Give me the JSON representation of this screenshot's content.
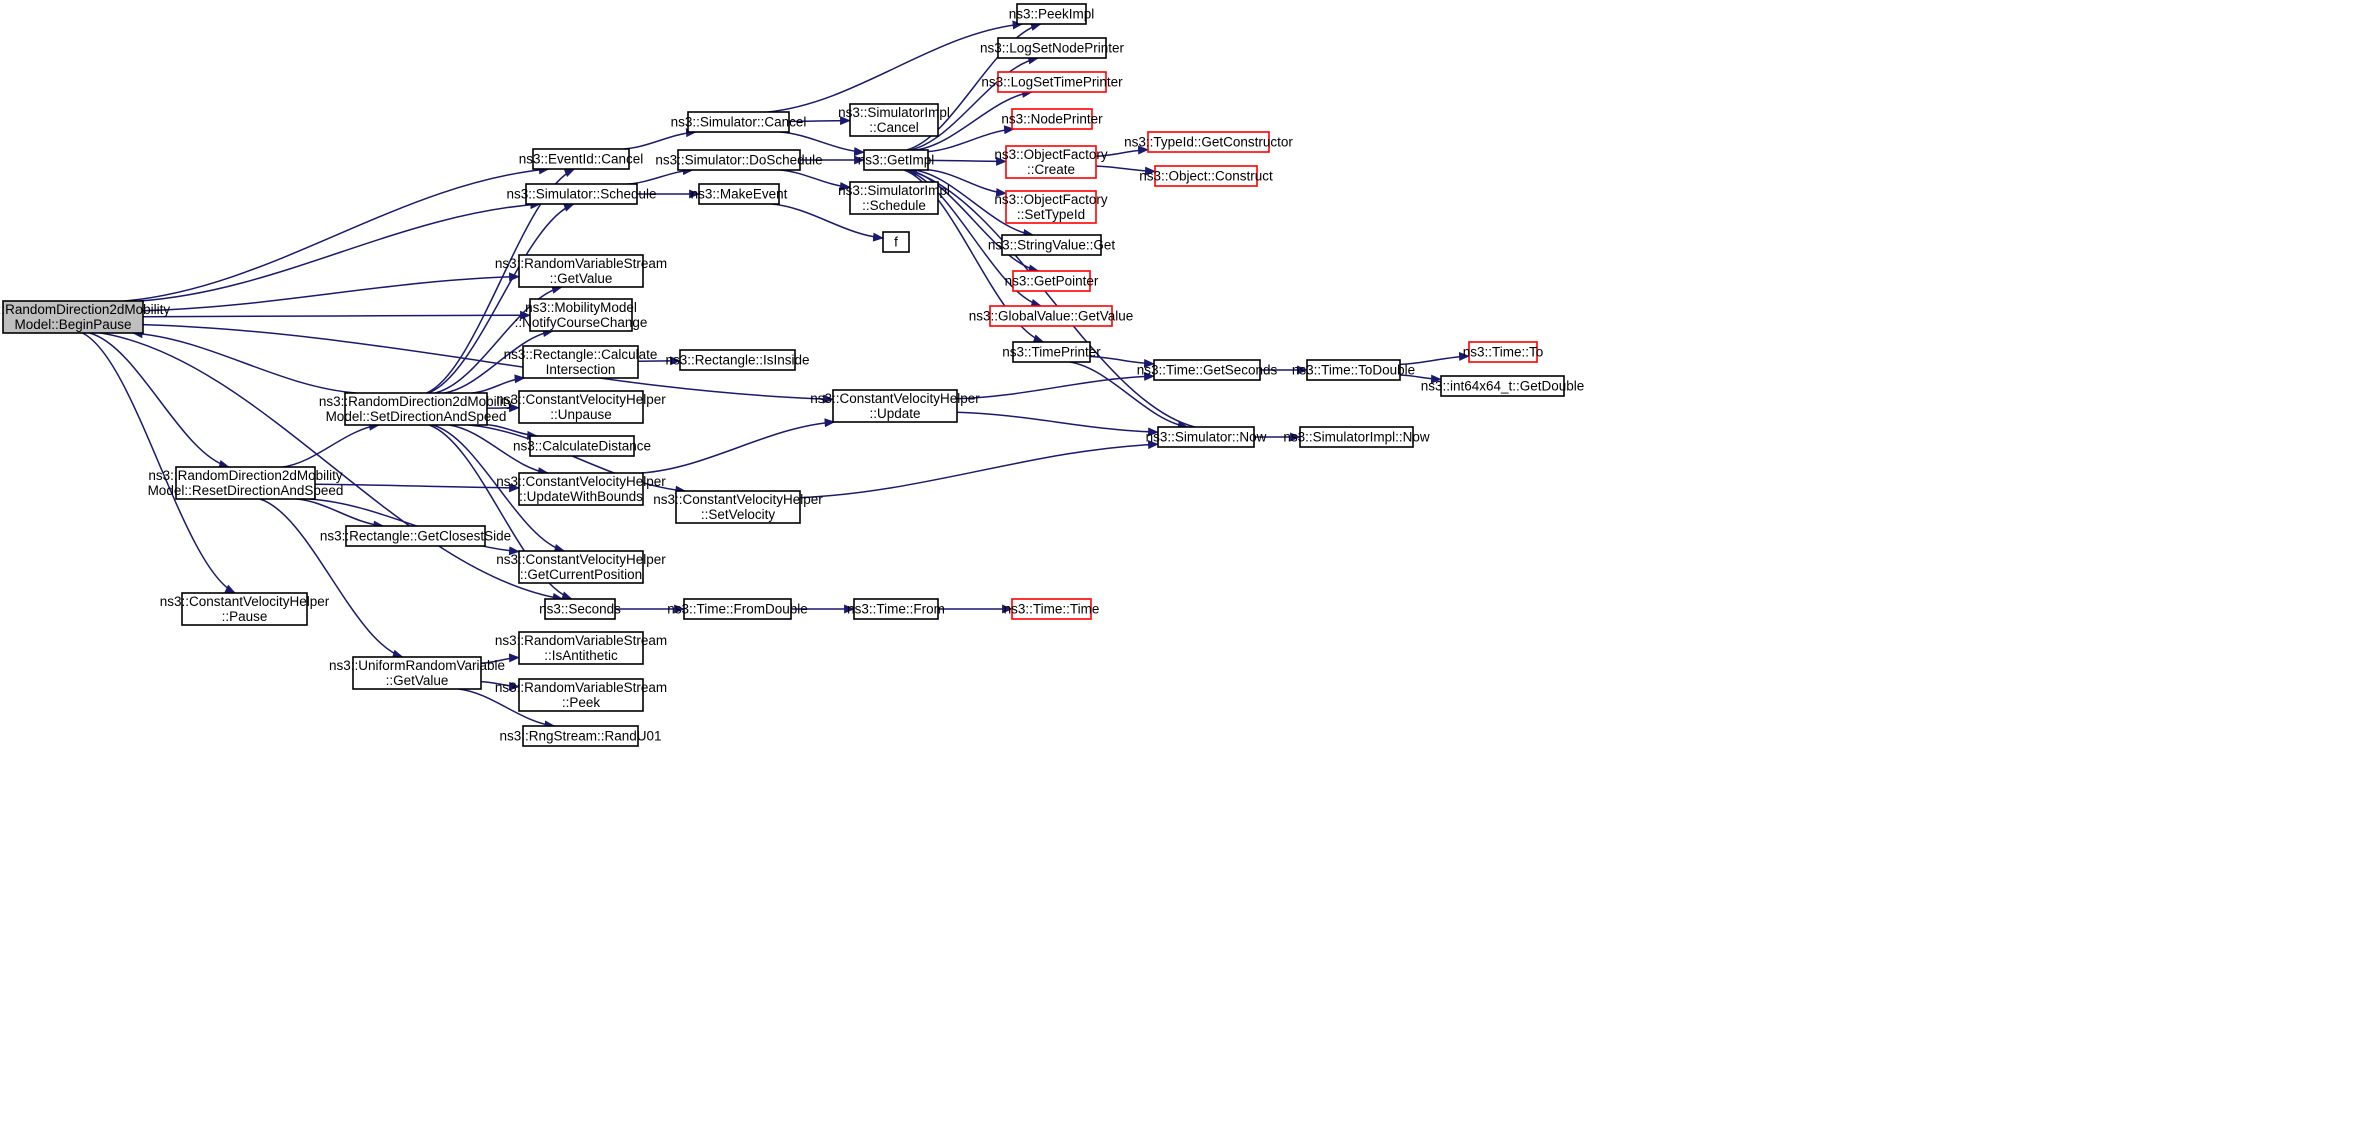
{
  "colors": {
    "edge": "#191970",
    "node_border": "#000000",
    "node_border_truncated": "#ff0000",
    "node_fill": "#ffffff",
    "root_fill": "#bfbfbf"
  },
  "nodes": [
    {
      "id": "n_begin",
      "lines": [
        "ns3::RandomDirection2dMobility",
        "Model::BeginPause"
      ],
      "root": true
    },
    {
      "id": "n_reset",
      "lines": [
        "ns3::RandomDirection2dMobility",
        "Model::ResetDirectionAndSpeed"
      ]
    },
    {
      "id": "n_setdir",
      "lines": [
        "ns3::RandomDirection2dMobility",
        "Model::SetDirectionAndSpeed"
      ]
    },
    {
      "id": "n_cvpause",
      "lines": [
        "ns3::ConstantVelocityHelper",
        "::Pause"
      ]
    },
    {
      "id": "n_urvget",
      "lines": [
        "ns3::UniformRandomVariable",
        "::GetValue"
      ]
    },
    {
      "id": "n_evcancel",
      "lines": [
        "ns3::EventId::Cancel"
      ]
    },
    {
      "id": "n_simsched",
      "lines": [
        "ns3::Simulator::Schedule"
      ]
    },
    {
      "id": "n_rvsget",
      "lines": [
        "ns3::RandomVariableStream",
        "::GetValue"
      ]
    },
    {
      "id": "n_mmnotify",
      "lines": [
        "ns3::MobilityModel",
        "::NotifyCourseChange"
      ]
    },
    {
      "id": "n_rectcalc",
      "lines": [
        "ns3::Rectangle::Calculate",
        "Intersection"
      ]
    },
    {
      "id": "n_cvunpause",
      "lines": [
        "ns3::ConstantVelocityHelper",
        "::Unpause"
      ]
    },
    {
      "id": "n_calcdist",
      "lines": [
        "ns3::CalculateDistance"
      ]
    },
    {
      "id": "n_cvupdbounds",
      "lines": [
        "ns3::ConstantVelocityHelper",
        "::UpdateWithBounds"
      ]
    },
    {
      "id": "n_rectclosest",
      "lines": [
        "ns3::Rectangle::GetClosestSide"
      ]
    },
    {
      "id": "n_cvgetpos",
      "lines": [
        "ns3::ConstantVelocityHelper",
        "::GetCurrentPosition"
      ]
    },
    {
      "id": "n_seconds",
      "lines": [
        "ns3::Seconds"
      ]
    },
    {
      "id": "n_rvsanti",
      "lines": [
        "ns3::RandomVariableStream",
        "::IsAntithetic"
      ]
    },
    {
      "id": "n_rvspeek",
      "lines": [
        "ns3::RandomVariableStream",
        "::Peek"
      ]
    },
    {
      "id": "n_rngrand",
      "lines": [
        "ns3::RngStream::RandU01"
      ]
    },
    {
      "id": "n_simcancel",
      "lines": [
        "ns3::Simulator::Cancel"
      ]
    },
    {
      "id": "n_simdosched",
      "lines": [
        "ns3::Simulator::DoSchedule"
      ]
    },
    {
      "id": "n_makeevent",
      "lines": [
        "ns3::MakeEvent"
      ]
    },
    {
      "id": "n_rectinside",
      "lines": [
        "ns3::Rectangle::IsInside"
      ]
    },
    {
      "id": "n_cvupdate",
      "lines": [
        "ns3::ConstantVelocityHelper",
        "::Update"
      ]
    },
    {
      "id": "n_cvsetvel",
      "lines": [
        "ns3::ConstantVelocityHelper",
        "::SetVelocity"
      ]
    },
    {
      "id": "n_timefromdouble",
      "lines": [
        "ns3::Time::FromDouble"
      ]
    },
    {
      "id": "n_simimplcancel",
      "lines": [
        "ns3::SimulatorImpl",
        "::Cancel"
      ]
    },
    {
      "id": "n_getimpl",
      "lines": [
        "ns3::GetImpl"
      ]
    },
    {
      "id": "n_simimplsched",
      "lines": [
        "ns3::SimulatorImpl",
        "::Schedule"
      ]
    },
    {
      "id": "n_f",
      "lines": [
        "f"
      ]
    },
    {
      "id": "n_timefrom",
      "lines": [
        "ns3::Time::From"
      ]
    },
    {
      "id": "n_peekimpl",
      "lines": [
        "ns3::PeekImpl"
      ]
    },
    {
      "id": "n_lognode",
      "lines": [
        "ns3::LogSetNodePrinter"
      ]
    },
    {
      "id": "n_logtime",
      "lines": [
        "ns3::LogSetTimePrinter"
      ],
      "truncated": true
    },
    {
      "id": "n_nodeprinter",
      "lines": [
        "ns3::NodePrinter"
      ],
      "truncated": true
    },
    {
      "id": "n_ofcreate",
      "lines": [
        "ns3::ObjectFactory",
        "::Create"
      ],
      "truncated": true
    },
    {
      "id": "n_ofsettype",
      "lines": [
        "ns3::ObjectFactory",
        "::SetTypeId"
      ],
      "truncated": true
    },
    {
      "id": "n_strget",
      "lines": [
        "ns3::StringValue::Get"
      ]
    },
    {
      "id": "n_getpointer",
      "lines": [
        "ns3::GetPointer"
      ],
      "truncated": true
    },
    {
      "id": "n_gvget",
      "lines": [
        "ns3::GlobalValue::GetValue"
      ],
      "truncated": true
    },
    {
      "id": "n_timeprinter",
      "lines": [
        "ns3::TimePrinter"
      ]
    },
    {
      "id": "n_simnow",
      "lines": [
        "ns3::Simulator::Now"
      ]
    },
    {
      "id": "n_timetime",
      "lines": [
        "ns3::Time::Time"
      ],
      "truncated": true
    },
    {
      "id": "n_typeidctor",
      "lines": [
        "ns3::TypeId::GetConstructor"
      ],
      "truncated": true
    },
    {
      "id": "n_objconstruct",
      "lines": [
        "ns3::Object::Construct"
      ],
      "truncated": true
    },
    {
      "id": "n_getseconds",
      "lines": [
        "ns3::Time::GetSeconds"
      ]
    },
    {
      "id": "n_simimplnow",
      "lines": [
        "ns3::SimulatorImpl::Now"
      ]
    },
    {
      "id": "n_todouble",
      "lines": [
        "ns3::Time::ToDouble"
      ]
    },
    {
      "id": "n_timeto",
      "lines": [
        "ns3::Time::To"
      ],
      "truncated": true
    },
    {
      "id": "n_int64",
      "lines": [
        "ns3::int64x64_t::GetDouble"
      ]
    }
  ],
  "edges": [
    [
      "n_begin",
      "n_evcancel"
    ],
    [
      "n_begin",
      "n_simsched"
    ],
    [
      "n_begin",
      "n_rvsget"
    ],
    [
      "n_begin",
      "n_mmnotify"
    ],
    [
      "n_begin",
      "n_cvupdate"
    ],
    [
      "n_begin",
      "n_reset"
    ],
    [
      "n_begin",
      "n_seconds"
    ],
    [
      "n_begin",
      "n_cvpause"
    ],
    [
      "n_setdir",
      "n_begin"
    ],
    [
      "n_reset",
      "n_setdir"
    ],
    [
      "n_reset",
      "n_cvupdbounds"
    ],
    [
      "n_reset",
      "n_rectclosest"
    ],
    [
      "n_reset",
      "n_cvgetpos"
    ],
    [
      "n_reset",
      "n_urvget"
    ],
    [
      "n_setdir",
      "n_evcancel"
    ],
    [
      "n_setdir",
      "n_simsched"
    ],
    [
      "n_setdir",
      "n_rvsget"
    ],
    [
      "n_setdir",
      "n_mmnotify"
    ],
    [
      "n_setdir",
      "n_rectcalc"
    ],
    [
      "n_setdir",
      "n_cvunpause"
    ],
    [
      "n_setdir",
      "n_calcdist"
    ],
    [
      "n_setdir",
      "n_cvupdbounds"
    ],
    [
      "n_setdir",
      "n_cvgetpos"
    ],
    [
      "n_setdir",
      "n_seconds"
    ],
    [
      "n_setdir",
      "n_cvsetvel"
    ],
    [
      "n_urvget",
      "n_rvsanti"
    ],
    [
      "n_urvget",
      "n_rvspeek"
    ],
    [
      "n_urvget",
      "n_rngrand"
    ],
    [
      "n_evcancel",
      "n_simcancel"
    ],
    [
      "n_simsched",
      "n_simdosched"
    ],
    [
      "n_simsched",
      "n_makeevent"
    ],
    [
      "n_rectcalc",
      "n_rectinside"
    ],
    [
      "n_cvupdbounds",
      "n_cvupdate"
    ],
    [
      "n_seconds",
      "n_timefromdouble"
    ],
    [
      "n_simcancel",
      "n_simimplcancel"
    ],
    [
      "n_simcancel",
      "n_getimpl"
    ],
    [
      "n_simcancel",
      "n_peekimpl"
    ],
    [
      "n_simdosched",
      "n_getimpl"
    ],
    [
      "n_simdosched",
      "n_simimplsched"
    ],
    [
      "n_makeevent",
      "n_f"
    ],
    [
      "n_cvupdate",
      "n_getseconds"
    ],
    [
      "n_cvupdate",
      "n_simnow"
    ],
    [
      "n_cvsetvel",
      "n_simnow"
    ],
    [
      "n_timefromdouble",
      "n_timefrom"
    ],
    [
      "n_timefrom",
      "n_timetime"
    ],
    [
      "n_getimpl",
      "n_peekimpl"
    ],
    [
      "n_getimpl",
      "n_lognode"
    ],
    [
      "n_getimpl",
      "n_logtime"
    ],
    [
      "n_getimpl",
      "n_nodeprinter"
    ],
    [
      "n_getimpl",
      "n_ofcreate"
    ],
    [
      "n_getimpl",
      "n_ofsettype"
    ],
    [
      "n_getimpl",
      "n_strget"
    ],
    [
      "n_getimpl",
      "n_getpointer"
    ],
    [
      "n_getimpl",
      "n_gvget"
    ],
    [
      "n_getimpl",
      "n_timeprinter"
    ],
    [
      "n_ofcreate",
      "n_typeidctor"
    ],
    [
      "n_ofcreate",
      "n_objconstruct"
    ],
    [
      "n_timeprinter",
      "n_getseconds"
    ],
    [
      "n_timeprinter",
      "n_simnow"
    ],
    [
      "n_simnow",
      "n_getimpl"
    ],
    [
      "n_simnow",
      "n_simimplnow"
    ],
    [
      "n_getseconds",
      "n_todouble"
    ],
    [
      "n_todouble",
      "n_timeto"
    ],
    [
      "n_todouble",
      "n_int64"
    ]
  ]
}
